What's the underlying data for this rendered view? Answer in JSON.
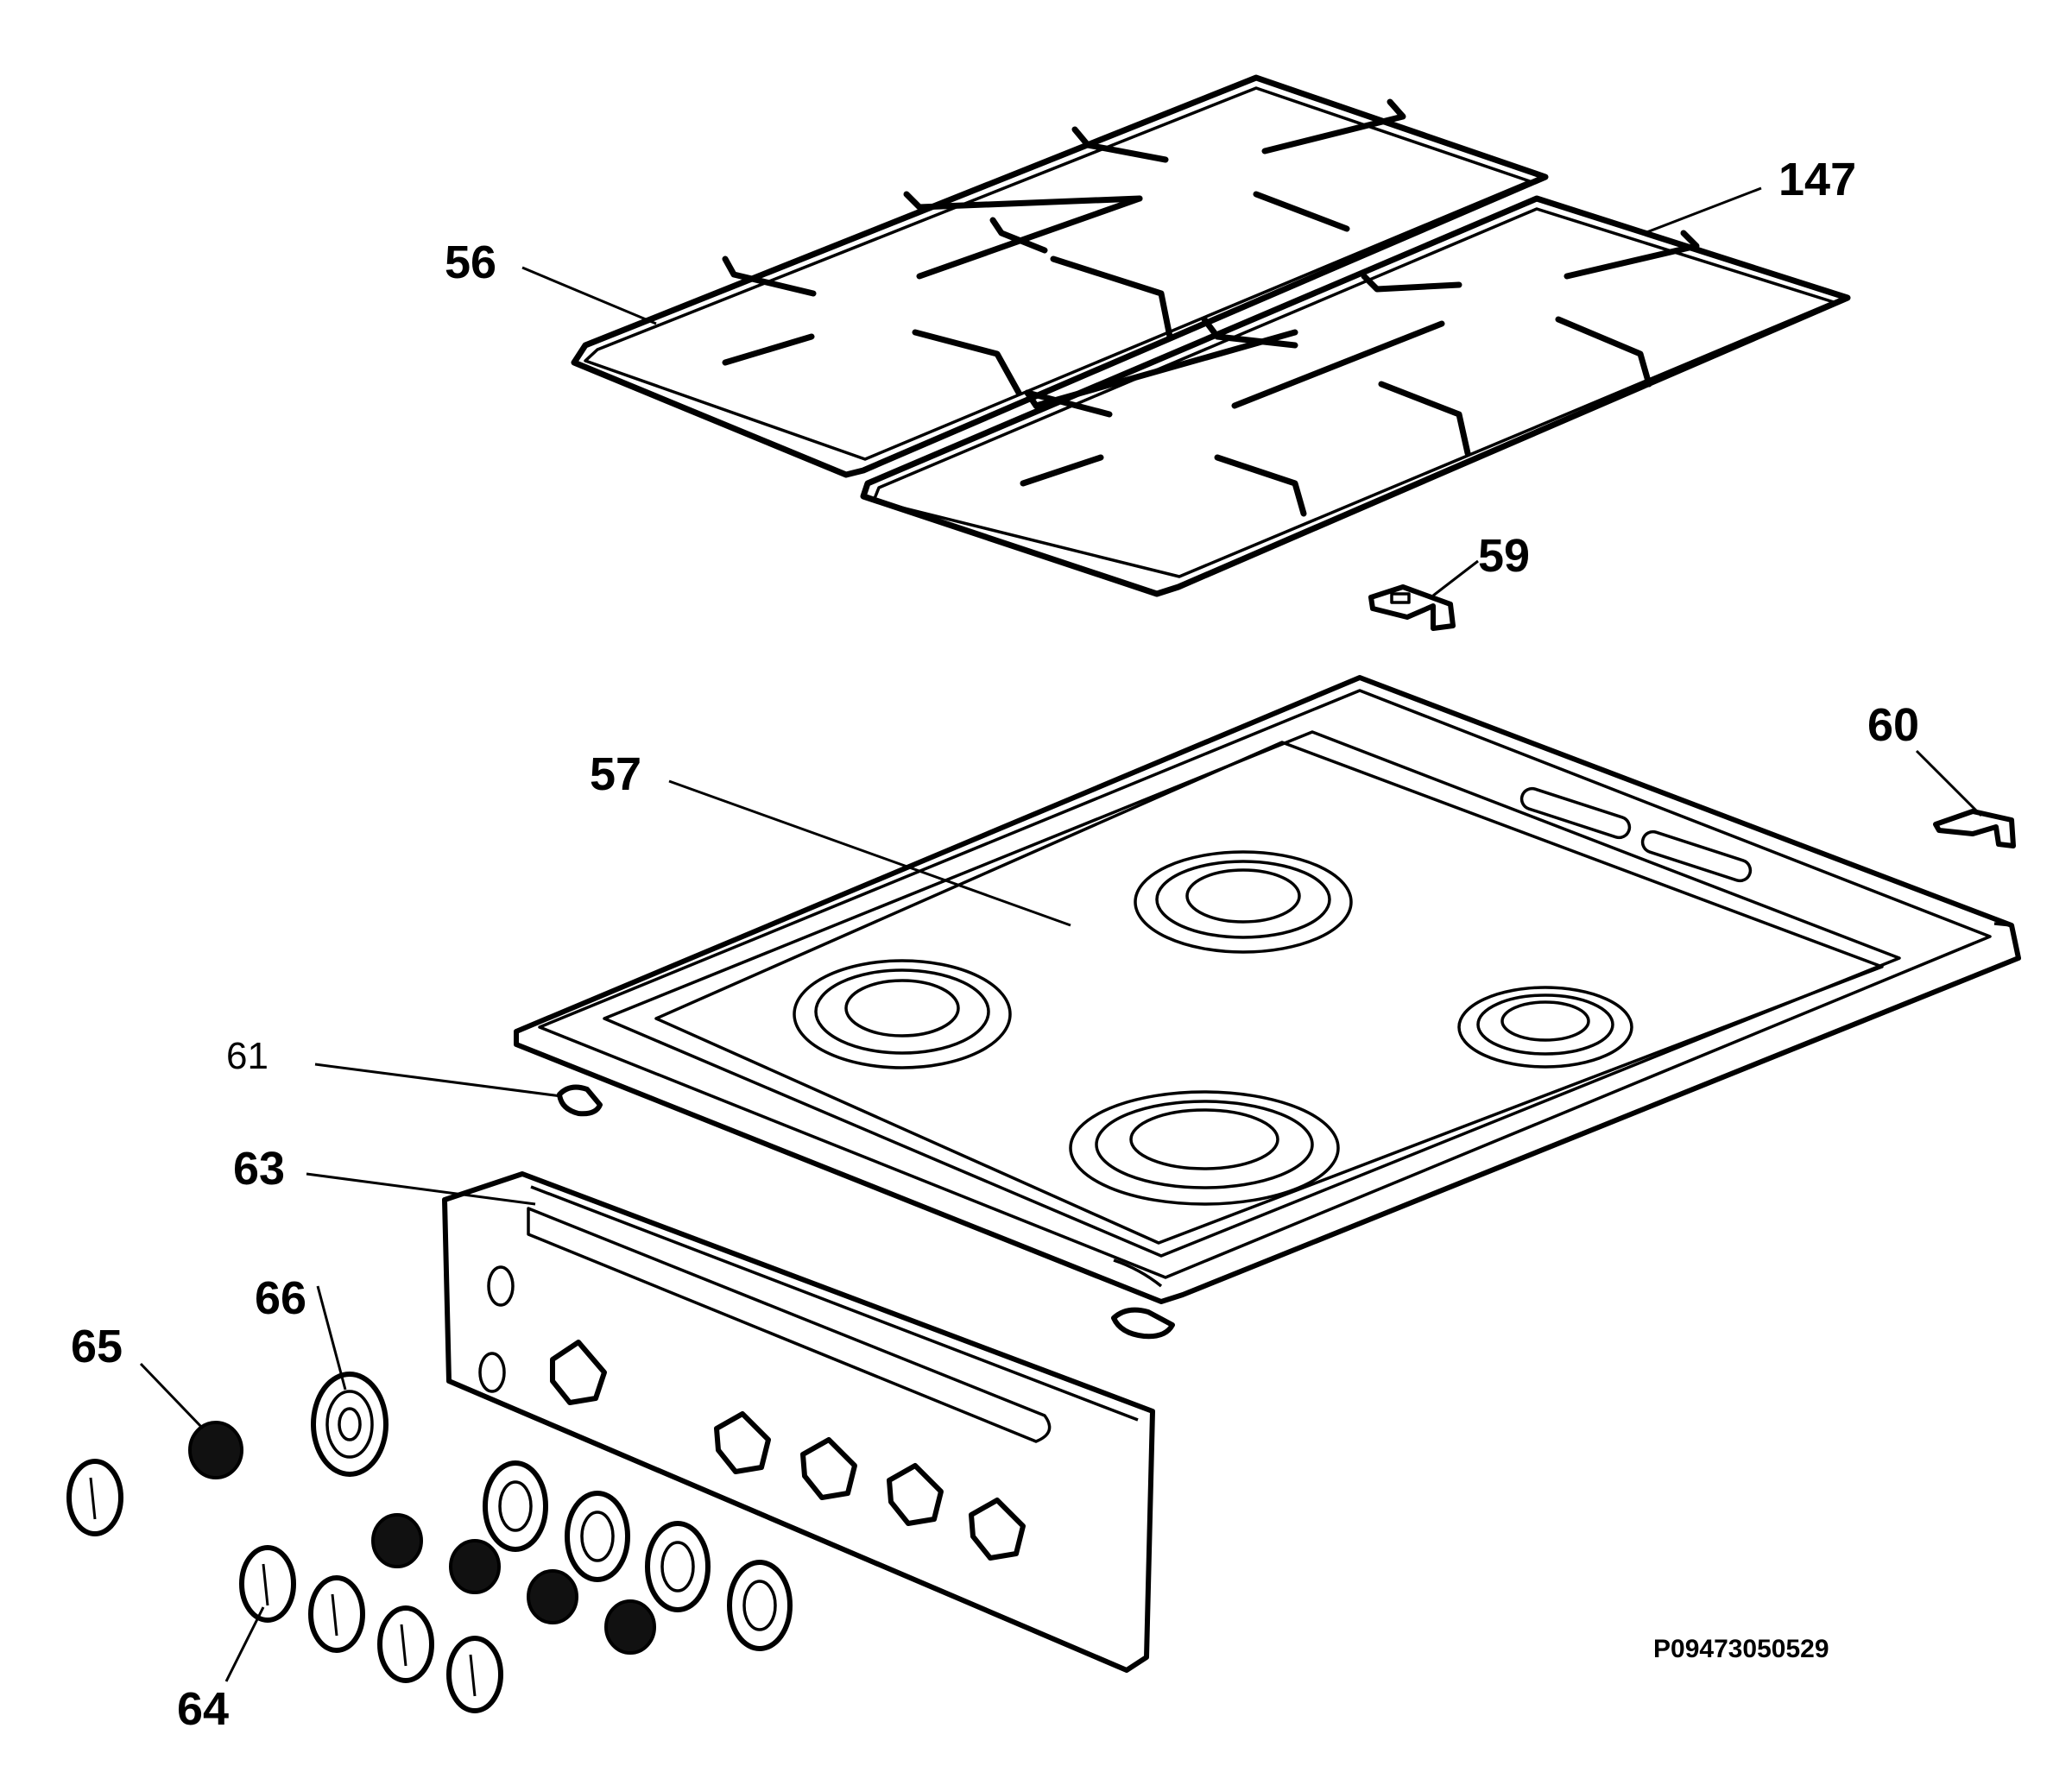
{
  "drawing_code": "P09473050529",
  "callouts": {
    "pan_support_left": "56",
    "pan_support_right": "147",
    "clip_59": "59",
    "hob_top": "57",
    "clip_60": "60",
    "clip_61": "61",
    "control_panel": "63",
    "knob_64": "64",
    "knob_insert_65": "65",
    "bezel_66": "66"
  }
}
